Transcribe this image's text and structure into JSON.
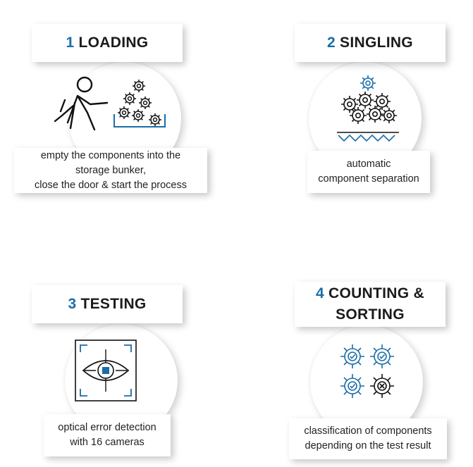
{
  "steps": [
    {
      "number": "1",
      "title": "LOADING",
      "description": [
        "empty the components into the",
        "storage bunker,",
        "close the door & start the process"
      ],
      "icon": "person-loading-gears-icon"
    },
    {
      "number": "2",
      "title": "SINGLING",
      "description": [
        "automatic",
        "component separation"
      ],
      "icon": "gears-separation-icon"
    },
    {
      "number": "3",
      "title": "TESTING",
      "description": [
        "optical error detection",
        "with 16 cameras"
      ],
      "icon": "eye-camera-icon"
    },
    {
      "number": "4",
      "title_lines": [
        "COUNTING &",
        "SORTING"
      ],
      "description": [
        "classification of components",
        "depending on the test result"
      ],
      "icon": "sorted-gears-icon"
    }
  ],
  "colors": {
    "accent": "#1a6da8",
    "text": "#1b1b1b",
    "background": "#ffffff"
  }
}
